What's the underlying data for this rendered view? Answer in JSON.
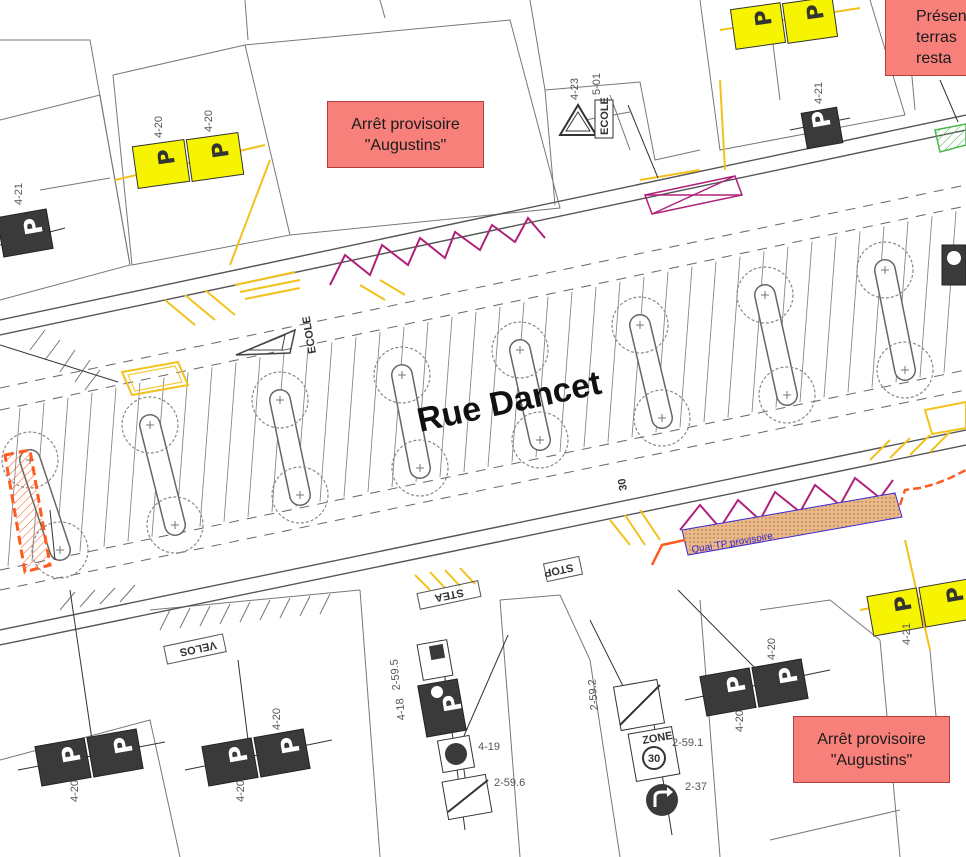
{
  "street_name": "Rue Dancet",
  "callouts": {
    "top": {
      "line1": "Arrêt provisoire",
      "line2": "\"Augustins\""
    },
    "bottom": {
      "line1": "Arrêt provisoire",
      "line2": "\"Augustins\""
    },
    "corner": {
      "line1": "Présen",
      "line2": "terras",
      "line3": "resta"
    }
  },
  "quai_label": "Quai TP provisoire",
  "road_markings": {
    "ecole_top": "ECOLE",
    "ecole_road": "ECOLE",
    "speed": "30",
    "stop": "STOP",
    "stea": "STEA",
    "velos": "VELOS"
  },
  "sign_codes": {
    "c423": "4-23",
    "c501": "5-01",
    "c421a": "4-21",
    "c421b": "4-21",
    "c421c": "4-21",
    "c420_tl_a": "4-20",
    "c420_tl_b": "4-20",
    "c420_bl": "4-20",
    "c420_bm": "4-20",
    "c420_br_a": "4-20",
    "c420_br_b": "4-20",
    "c420_r": "4-20",
    "c2595a": "2-59.5",
    "c418": "4-18",
    "c419": "4-19",
    "c2596": "2-59.6",
    "c2592": "2-59.2",
    "c2591": "2-59.1",
    "c237": "2-37"
  },
  "sign_glyphs": {
    "parking": "P",
    "zone": "ZONE",
    "speed_limit": "30"
  },
  "colors": {
    "callout_bg": "#f8807b",
    "bus_stop_zigzag": "#b0207a",
    "temporary_marking": "#f2c21b",
    "barrier_orange": "#ff5a1f",
    "parking_sign_yellow": "#f6f400",
    "parking_sign_dark": "#3a3a3a",
    "quai_fill": "#e9b98a",
    "quai_text": "#3a2bd6",
    "terrace_green": "#49b649"
  }
}
